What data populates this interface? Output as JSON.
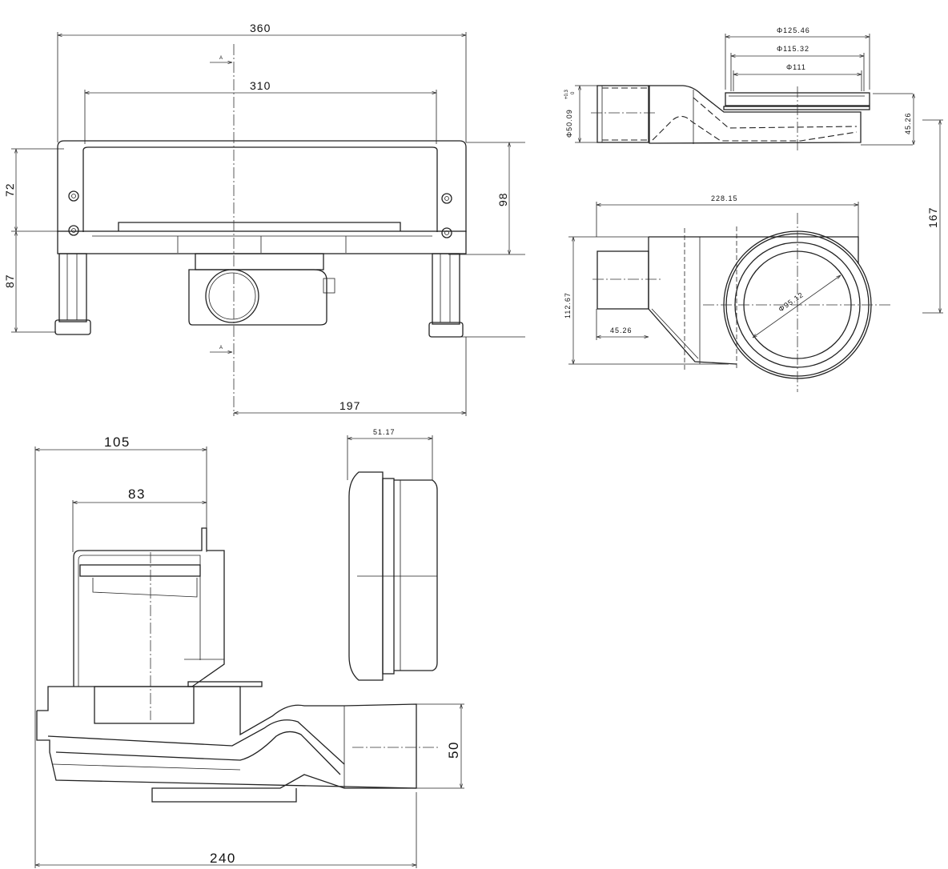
{
  "front_view": {
    "overall_width": "360",
    "inner_width": "310",
    "upper_height": "72",
    "lower_height": "87",
    "frame_height": "98",
    "outlet_offset": "197",
    "section_marker_top": "A",
    "section_marker_bottom": "A"
  },
  "top_right_side_view": {
    "flange_outer_diameter": "Φ125.46",
    "flange_mid_diameter": "Φ115.32",
    "flange_inner_diameter": "Φ111",
    "outlet_diameter": "Φ50.09",
    "outlet_tolerance_upper": "+0.3",
    "outlet_tolerance_lower": "0",
    "body_height": "45.26",
    "total_height": "167"
  },
  "plan_view": {
    "overall_length": "228.15",
    "overall_width": "112.67",
    "outlet_length": "45.26",
    "bowl_diameter": "Φ95.12"
  },
  "section_view": {
    "box_width": "105",
    "inner_width": "83",
    "trap_length": "240",
    "outlet_height": "50",
    "ring_width": "51.17"
  },
  "colors": {
    "line": "#222222",
    "background": "#ffffff"
  }
}
